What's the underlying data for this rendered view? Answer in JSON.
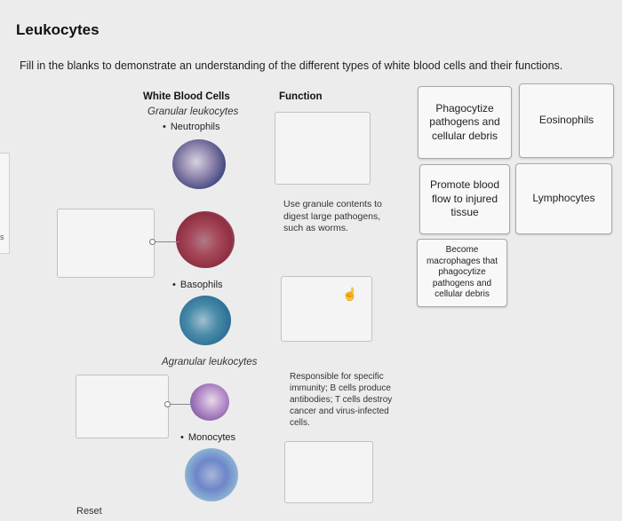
{
  "title": "Leukocytes",
  "instructions": "Fill in the blanks to demonstrate an understanding of the different types of white blood cells and their functions.",
  "headers": {
    "cells": "White Blood Cells",
    "function": "Function"
  },
  "groups": {
    "granular": "Granular leukocytes",
    "agranular": "Agranular leukocytes"
  },
  "bullets": {
    "neutrophils": "Neutrophils",
    "basophils": "Basophils",
    "monocytes": "Monocytes"
  },
  "functions": {
    "eosinophil_desc": "Use granule contents to digest large pathogens, such as worms.",
    "lymphocyte_desc": "Responsible for specific immunity; B cells produce antibodies; T cells destroy cancer and virus-infected cells."
  },
  "cards": {
    "phagocytize": "Phagocytize pathogens and cellular debris",
    "eosinophils": "Eosinophils",
    "promote": "Promote blood flow to injured tissue",
    "lymphocytes": "Lymphocytes",
    "macrophages": "Become macrophages that phagocytize pathogens and cellular debris"
  },
  "edge_label": "s",
  "reset": "Reset"
}
